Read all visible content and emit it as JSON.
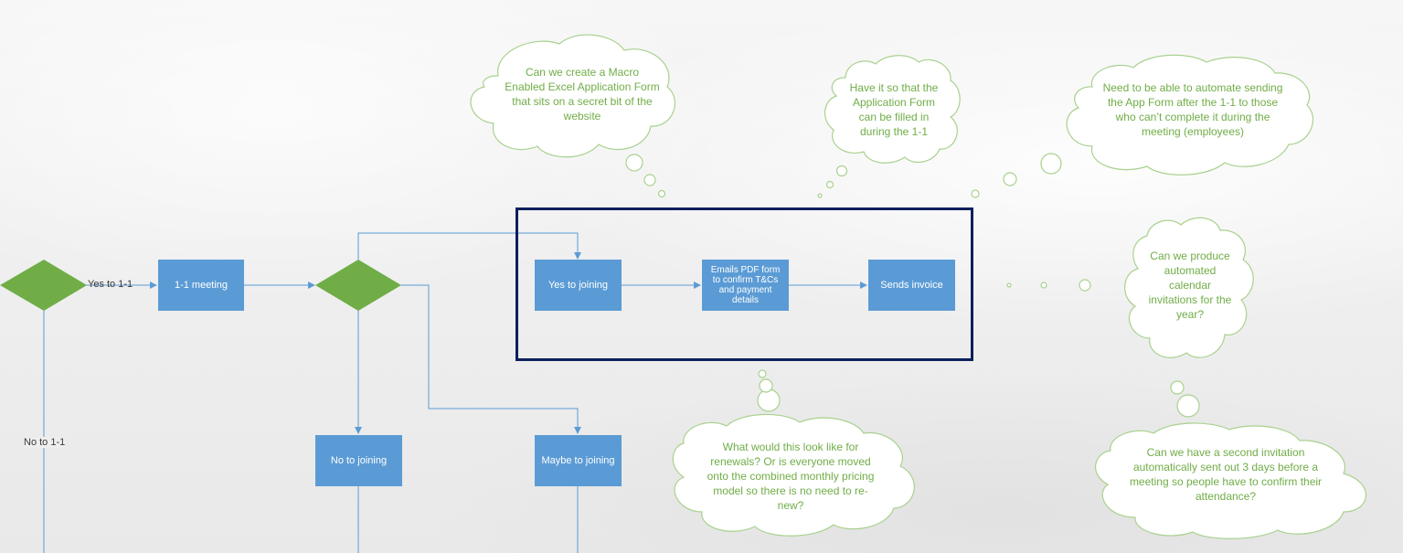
{
  "flow": {
    "yes_to_1_1": "Yes to 1-1",
    "no_to_1_1": "No to 1-1",
    "meeting_1_1": "1-1 meeting",
    "yes_to_joining": "Yes to joining",
    "emails_pdf_form": "Emails PDF form to confirm T&Cs and payment details",
    "sends_invoice": "Sends invoice",
    "no_to_joining": "No to joining",
    "maybe_to_joining": "Maybe to joining"
  },
  "clouds": {
    "macro_form": "Can we create a Macro Enabled Excel Application Form that sits on a secret bit of the website",
    "filled_in": "Have it so that the Application Form can be filled in during the 1-1",
    "automate_sending": "Need to be able to automate sending the App Form after the 1-1 to those who can’t complete it during the meeting (employees)",
    "calendar_invites": "Can we produce automated calendar invitations for the year?",
    "renewals": "What would this look like for renewals?  Or is everyone moved onto the combined monthly pricing model so there is no need to re-new?",
    "second_invitation": "Can we have a second invitation automatically sent out 3 days before a meeting so people have to confirm their attendance?"
  },
  "colors": {
    "process_box": "#5b9bd5",
    "decision_diamond": "#70ad47",
    "connector": "#5b9bd5",
    "cloud_text": "#70ad47",
    "cloud_outline": "#a9d18e",
    "highlight_frame": "#0b1f5c"
  }
}
